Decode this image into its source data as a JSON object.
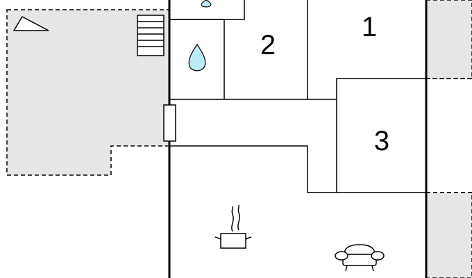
{
  "rooms": [
    {
      "label": "1"
    },
    {
      "label": "2"
    },
    {
      "label": "3"
    }
  ],
  "icons": [
    {
      "name": "water-drop-icon"
    },
    {
      "name": "water-drop-icon"
    },
    {
      "name": "stairs-icon"
    },
    {
      "name": "compass-arrow-icon"
    },
    {
      "name": "cooking-pot-icon"
    },
    {
      "name": "sofa-icon"
    }
  ],
  "colors": {
    "terrace": "#e6e6e6",
    "wall": "#000000",
    "water": "#bdebf5",
    "background": "#ffffff"
  }
}
